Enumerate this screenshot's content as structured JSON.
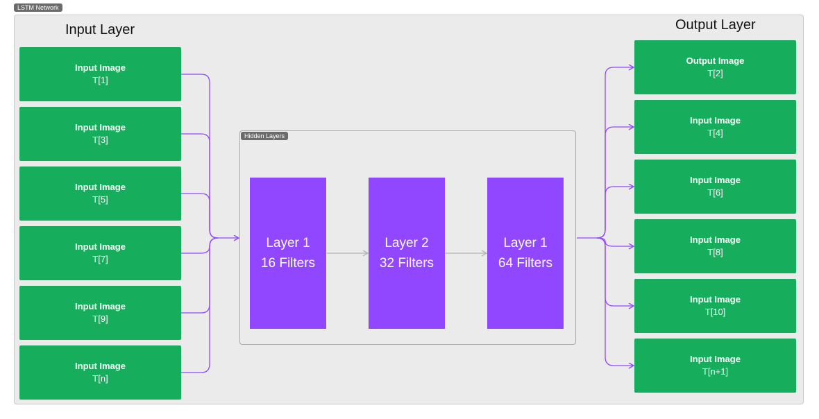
{
  "frame": {
    "label": "LSTM Network"
  },
  "input_layer": {
    "title": "Input Layer",
    "nodes": [
      {
        "title": "Input Image",
        "sub": "T[1]"
      },
      {
        "title": "Input Image",
        "sub": "T[3]"
      },
      {
        "title": "Input Image",
        "sub": "T[5]"
      },
      {
        "title": "Input Image",
        "sub": "T[7]"
      },
      {
        "title": "Input Image",
        "sub": "T[9]"
      },
      {
        "title": "Input Image",
        "sub": "T[n]"
      }
    ]
  },
  "hidden_layers": {
    "label": "Hidden Layers",
    "layers": [
      {
        "name": "Layer 1",
        "filters": "16 Filters"
      },
      {
        "name": "Layer 2",
        "filters": "32 Filters"
      },
      {
        "name": "Layer 1",
        "filters": "64 Filters"
      }
    ]
  },
  "output_layer": {
    "title": "Output Layer",
    "nodes": [
      {
        "title": "Output Image",
        "sub": "T[2]"
      },
      {
        "title": "Input Image",
        "sub": "T[4]"
      },
      {
        "title": "Input Image",
        "sub": "T[6]"
      },
      {
        "title": "Input Image",
        "sub": "T[8]"
      },
      {
        "title": "Input Image",
        "sub": "T[10]"
      },
      {
        "title": "Input Image",
        "sub": "T[n+1]"
      }
    ]
  },
  "colors": {
    "node_fill": "#16ad5c",
    "layer_fill": "#9146ff",
    "connector": "#9146ff",
    "inner_arrow": "#b4b4b4",
    "frame_fill": "#ebebeb"
  }
}
